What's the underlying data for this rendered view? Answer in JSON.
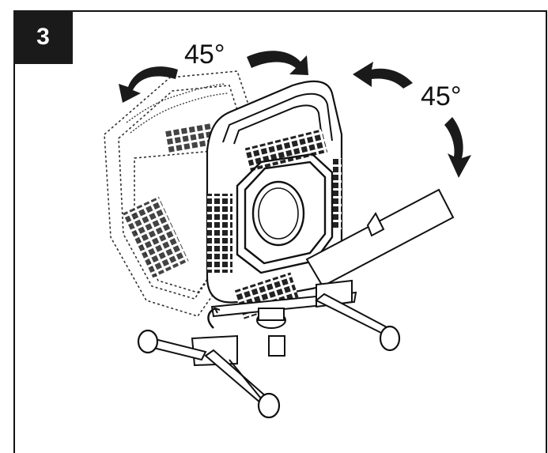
{
  "step": {
    "number": "3"
  },
  "angles": {
    "left": "45°",
    "right": "45°"
  },
  "icons": [
    "rotate-left-arrow-icon",
    "rotate-right-arrow-icon",
    "tilt-back-arrow-icon",
    "tilt-down-arrow-icon",
    "small-rotate-arrow-icon"
  ]
}
